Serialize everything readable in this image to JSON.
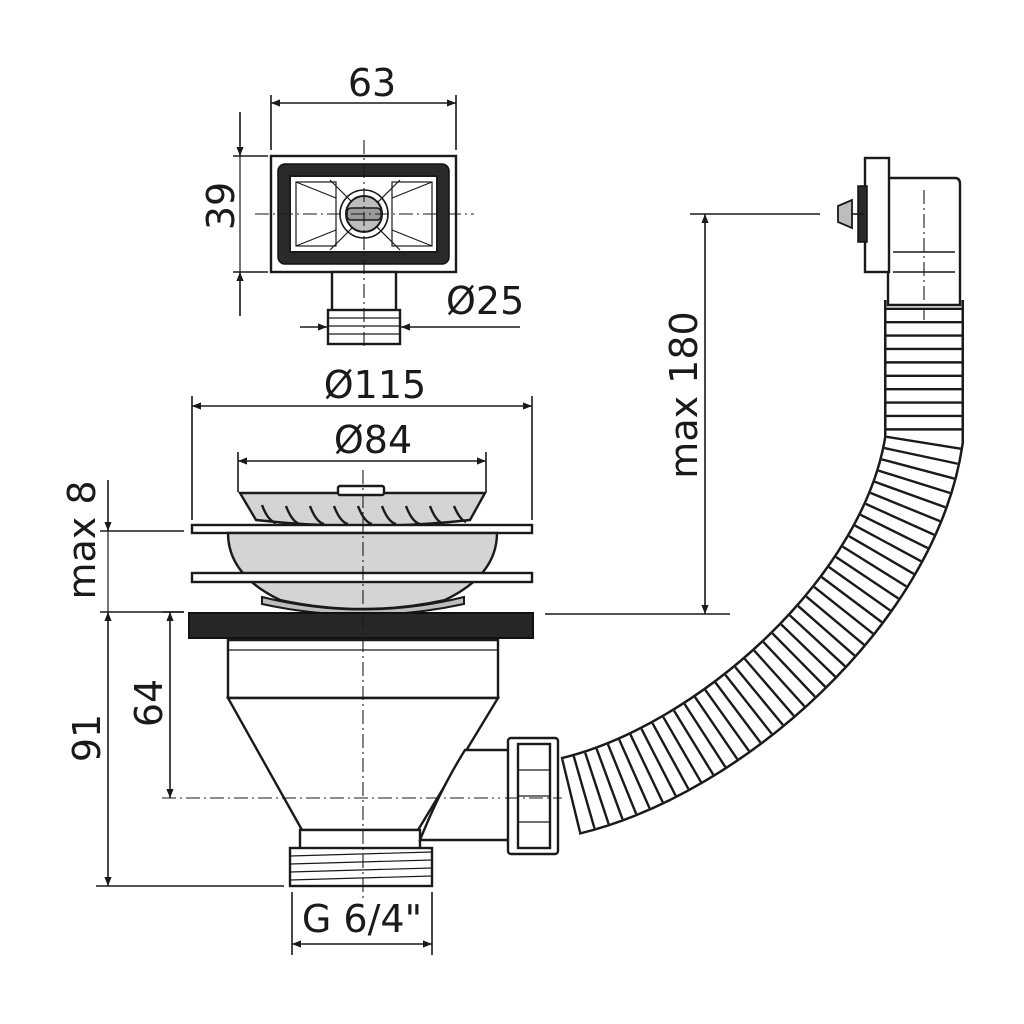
{
  "dimensions": {
    "overflow_width": "63",
    "overflow_height": "39",
    "overflow_outlet_diameter": "Ø25",
    "flange_diameter": "Ø115",
    "strainer_diameter": "Ø84",
    "sink_thickness": "max 8",
    "overflow_height_from_sink": "max 180",
    "side_outlet_height": "64",
    "total_height": "91",
    "thread": "G 6/4\""
  }
}
